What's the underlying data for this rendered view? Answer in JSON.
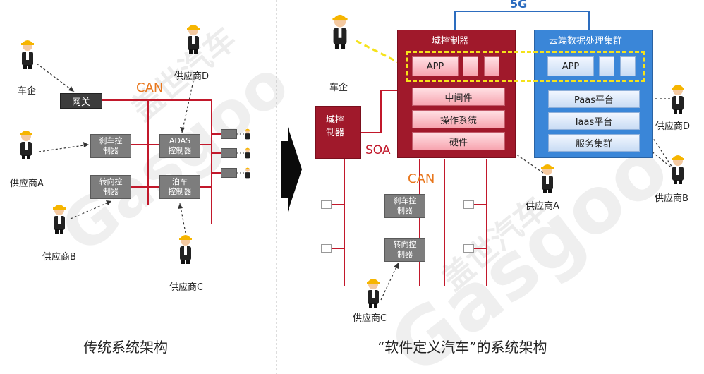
{
  "left": {
    "caption": "传统系统架构",
    "can": "CAN",
    "gateway": "网关",
    "brake_ecu": "刹车控\n制器",
    "steering_ecu": "转向控\n制器",
    "adas_ecu": "ADAS\n控制器",
    "parking_ecu": "泊车\n控制器",
    "oem": "车企",
    "supplier_a": "供应商A",
    "supplier_b": "供应商B",
    "supplier_c": "供应商C",
    "supplier_d": "供应商D"
  },
  "right": {
    "caption": "“软件定义汽车”的系统架构",
    "five_g": "5G",
    "soa": "SOA",
    "can": "CAN",
    "domain_controller_title": "域控制器",
    "domain_controller_side": "域控\n制器",
    "app_left": "APP",
    "middleware": "中间件",
    "os": "操作系统",
    "hardware": "硬件",
    "cloud_title": "云端数据处理集群",
    "app_right": "APP",
    "paas": "Paas平台",
    "iaas": "Iaas平台",
    "service_cluster": "服务集群",
    "brake_ecu": "刹车控\n制器",
    "steering_ecu": "转向控\n制器",
    "oem": "车企",
    "supplier_a": "供应商A",
    "supplier_b": "供应商B",
    "supplier_c": "供应商C",
    "supplier_d": "供应商D"
  },
  "watermark": {
    "left_cn": "盖世汽车",
    "left_en": "Gasgoo",
    "right_cn": "盖世汽车",
    "right_en": "Gasgoo"
  },
  "colors": {
    "can_red": "#c2182b",
    "domain_red": "#a0192b",
    "cloud_blue": "#3a86d8",
    "dashed_yellow": "#f5e21a",
    "can_label_orange": "#e8761c"
  },
  "icons": [
    "worker-icon",
    "arrow-right-icon"
  ]
}
